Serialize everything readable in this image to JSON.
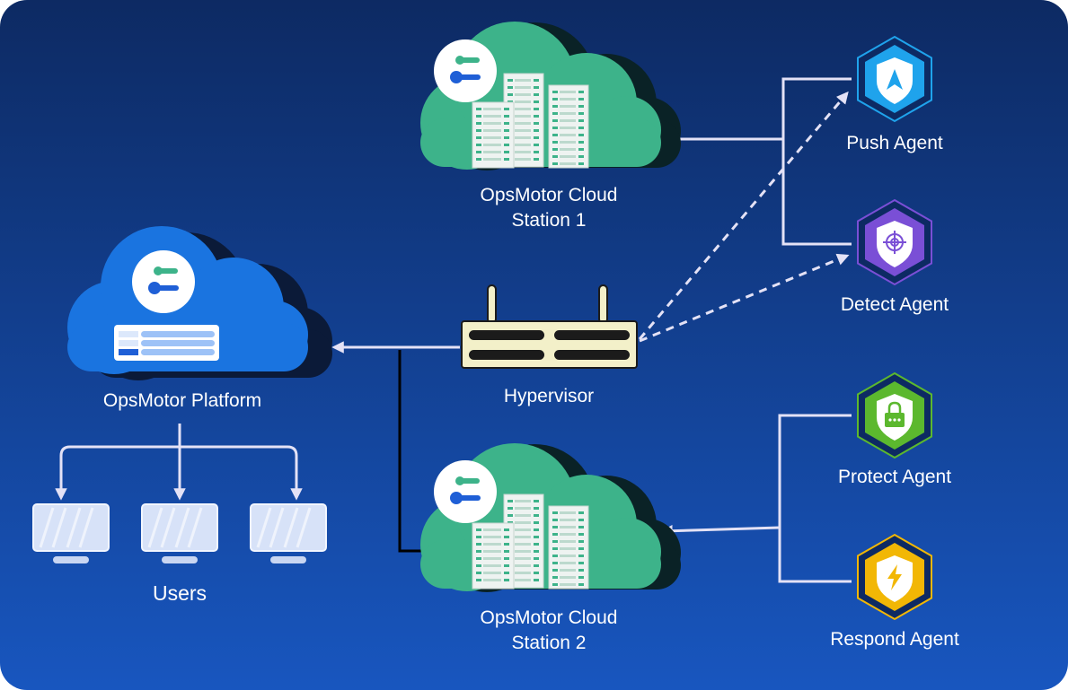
{
  "platform": {
    "label": "OpsMotor Platform",
    "icon": "toggle-key-icon",
    "cloud_color": "#1a74e0"
  },
  "users": {
    "label": "Users",
    "count": 3
  },
  "hypervisor": {
    "label": "Hypervisor"
  },
  "stations": [
    {
      "line1": "OpsMotor Cloud",
      "line2": "Station 1"
    },
    {
      "line1": "OpsMotor Cloud",
      "line2": "Station 2"
    }
  ],
  "agents": [
    {
      "label": "Push Agent",
      "icon": "navigation-arrow-icon",
      "color": "#1fa3ec"
    },
    {
      "label": "Detect Agent",
      "icon": "crosshair-target-icon",
      "color": "#7a4fd6"
    },
    {
      "label": "Protect Agent",
      "icon": "padlock-icon",
      "color": "#5cb82e"
    },
    {
      "label": "Respond Agent",
      "icon": "lightning-bolt-icon",
      "color": "#f2b705"
    }
  ],
  "colors": {
    "background_top": "#0d2a63",
    "background_bottom": "#1856bf",
    "station_cloud": "#3db38a",
    "connector": "#e4e2f6"
  }
}
